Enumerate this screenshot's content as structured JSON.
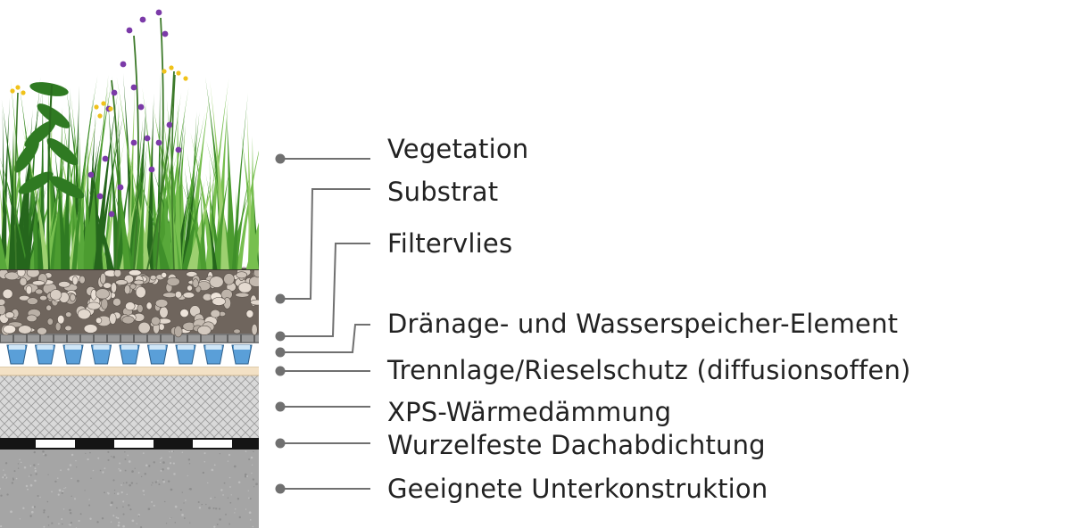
{
  "layers": [
    {
      "id": "vegetation",
      "label": "Vegetation"
    },
    {
      "id": "substrat",
      "label": "Substrat"
    },
    {
      "id": "filtervlies",
      "label": "Filtervlies"
    },
    {
      "id": "draenage",
      "label": "Dränage- und Wasserspeicher-Element"
    },
    {
      "id": "trennlage",
      "label": "Trennlage/Rieselschutz (diffusionsoffen)"
    },
    {
      "id": "xps",
      "label": "XPS-Wärmedämmung"
    },
    {
      "id": "abdichtung",
      "label": "Wurzelfeste Dachabdichtung"
    },
    {
      "id": "unterkonstruktion",
      "label": "Geeignete Unterkonstruktion"
    }
  ],
  "colors": {
    "leader": "#707070",
    "label_text": "#222222",
    "grass": "#3f8f2a",
    "substrate": "#8a7e74",
    "drainage_water": "#5a9fd8",
    "separation": "#f3e1c5",
    "insulation": "#d6d6d6",
    "waterproofing": "#151515",
    "concrete": "#a3a3a3",
    "flower_purple": "#7b3aa8",
    "flower_yellow": "#f0c21a"
  }
}
